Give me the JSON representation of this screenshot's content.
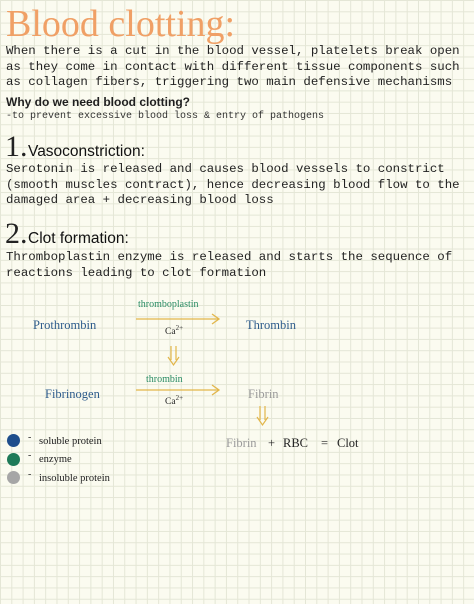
{
  "title": "Blood clotting:",
  "intro": "When there is a cut in the blood vessel, platelets break open as they come in contact with different tissue components such as collagen fibers, triggering two main defensive mechanisms",
  "question": "Why do we need blood clotting?",
  "answer": "-to prevent excessive blood loss & entry of pathogens",
  "section1": {
    "number": "1.",
    "heading": "Vasoconstriction:",
    "text": "Serotonin is released and causes blood vessels to constrict (smooth muscles contract), hence decreasing blood flow to the damaged area + decreasing blood loss"
  },
  "section2": {
    "number": "2.",
    "heading": "Clot formation:",
    "text": "Thromboplastin enzyme is released and starts the sequence of reactions leading to clot formation"
  },
  "diagram": {
    "prothrombin": "Prothrombin",
    "thromboplastin": "thromboplastin",
    "ca": "Ca",
    "ca_charge": "2+",
    "thrombin_product": "Thrombin",
    "fibrinogen": "Fibrinogen",
    "thrombin_enzyme": "thrombin",
    "fibrin": "Fibrin",
    "fibrin2": "Fibrin",
    "plus": "+",
    "rbc": "RBC",
    "equals": "=",
    "clot": "Clot"
  },
  "legend": [
    {
      "label": "soluble protein",
      "color": "#1f4e8c"
    },
    {
      "label": "enzyme",
      "color": "#1e7a58"
    },
    {
      "label": "insoluble protein",
      "color": "#a6a6a6"
    }
  ],
  "legend_dash": "-"
}
